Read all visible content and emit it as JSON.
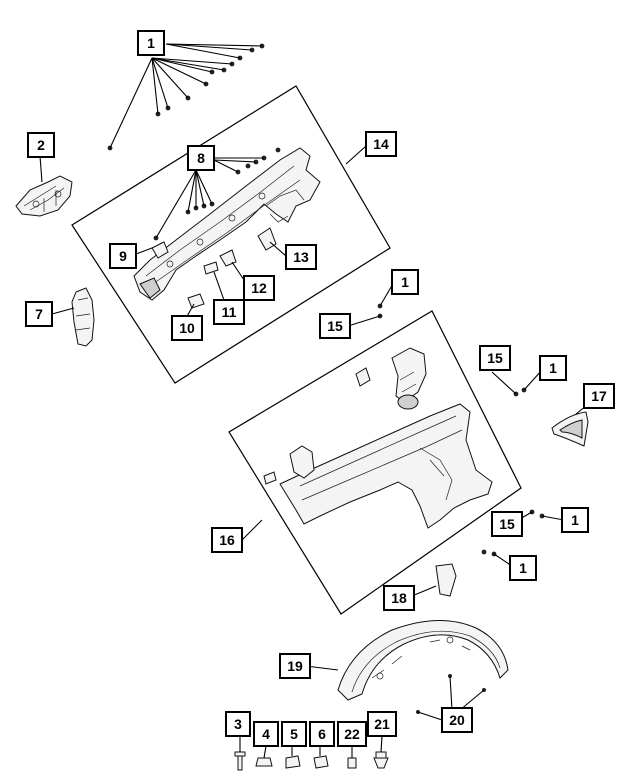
{
  "callouts": {
    "c1a": "1",
    "c1b": "1",
    "c1c": "1",
    "c1d": "1",
    "c1e": "1",
    "c2": "2",
    "c3": "3",
    "c4": "4",
    "c5": "5",
    "c6": "6",
    "c7": "7",
    "c8": "8",
    "c9": "9",
    "c10": "10",
    "c11": "11",
    "c12": "12",
    "c13": "13",
    "c14": "14",
    "c15a": "15",
    "c15b": "15",
    "c15c": "15",
    "c16": "16",
    "c17": "17",
    "c18": "18",
    "c19": "19",
    "c20": "20",
    "c21": "21",
    "c22": "22"
  }
}
